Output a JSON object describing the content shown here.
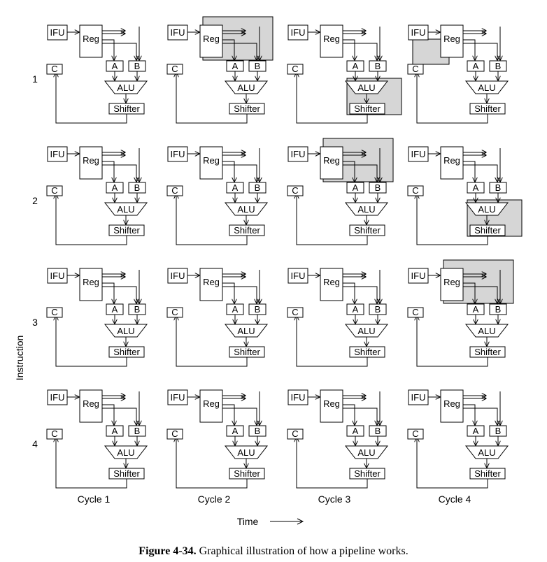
{
  "diagram": {
    "stage_labels": {
      "ifu": "IFU",
      "reg": "Reg",
      "a": "A",
      "b": "B",
      "c": "C",
      "alu": "ALU",
      "shifter": "Shifter"
    },
    "instructions": [
      "1",
      "2",
      "3",
      "4"
    ],
    "cycles": [
      "Cycle 1",
      "Cycle 2",
      "Cycle 3",
      "Cycle 4"
    ],
    "y_axis_label": "Instruction",
    "x_axis_label": "Time",
    "active_stage_grid": [
      [
        "ifu",
        "reg",
        "alu",
        "c"
      ],
      [
        null,
        "ifu",
        "reg",
        "alu"
      ],
      [
        null,
        null,
        "ifu",
        "reg"
      ],
      [
        null,
        null,
        null,
        "ifu"
      ]
    ],
    "highlight_color": "#d6d6d6"
  },
  "caption": {
    "number": "Figure 4-34.",
    "text": "Graphical illustration of how a pipeline works."
  }
}
